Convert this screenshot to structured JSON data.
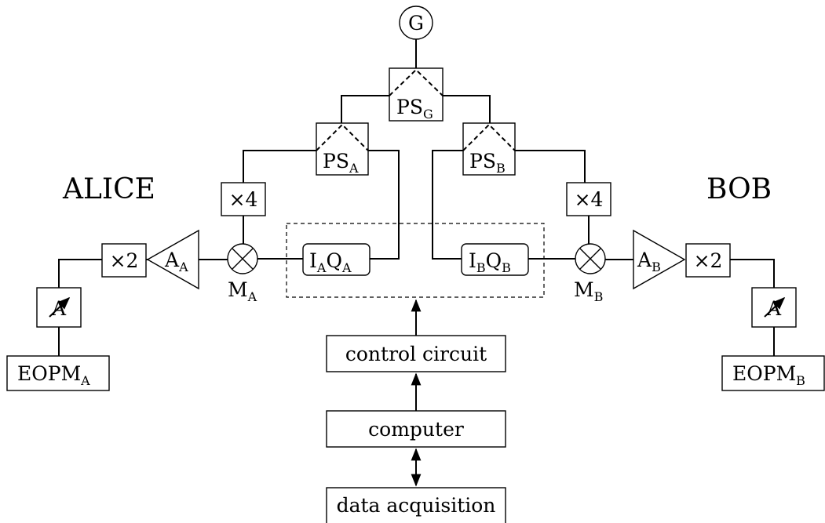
{
  "labels": {
    "alice": "ALICE",
    "bob": "BOB",
    "generator": "G",
    "ps_main": "PS",
    "ps_g_sub": "G",
    "ps_a_sub": "A",
    "ps_b_sub": "B",
    "mult4_a": "×4",
    "mult4_b": "×4",
    "mult2_a": "×2",
    "mult2_b": "×2",
    "amp_a_main": "A",
    "amp_a_sub": "A",
    "amp_b_main": "A",
    "amp_b_sub": "B",
    "mixer_a_main": "M",
    "mixer_a_sub": "A",
    "mixer_b_main": "M",
    "mixer_b_sub": "B",
    "iq_a": {
      "i": "I",
      "i_sub": "A",
      "q": "Q",
      "q_sub": "A"
    },
    "iq_b": {
      "i": "I",
      "i_sub": "B",
      "q": "Q",
      "q_sub": "B"
    },
    "attenuator_a": "A",
    "attenuator_b": "A",
    "eopm_a_main": "EOPM",
    "eopm_a_sub": "A",
    "eopm_b_main": "EOPM",
    "eopm_b_sub": "B",
    "control_circuit": "control circuit",
    "computer": "computer",
    "data_acquisition": "data acquisition"
  }
}
